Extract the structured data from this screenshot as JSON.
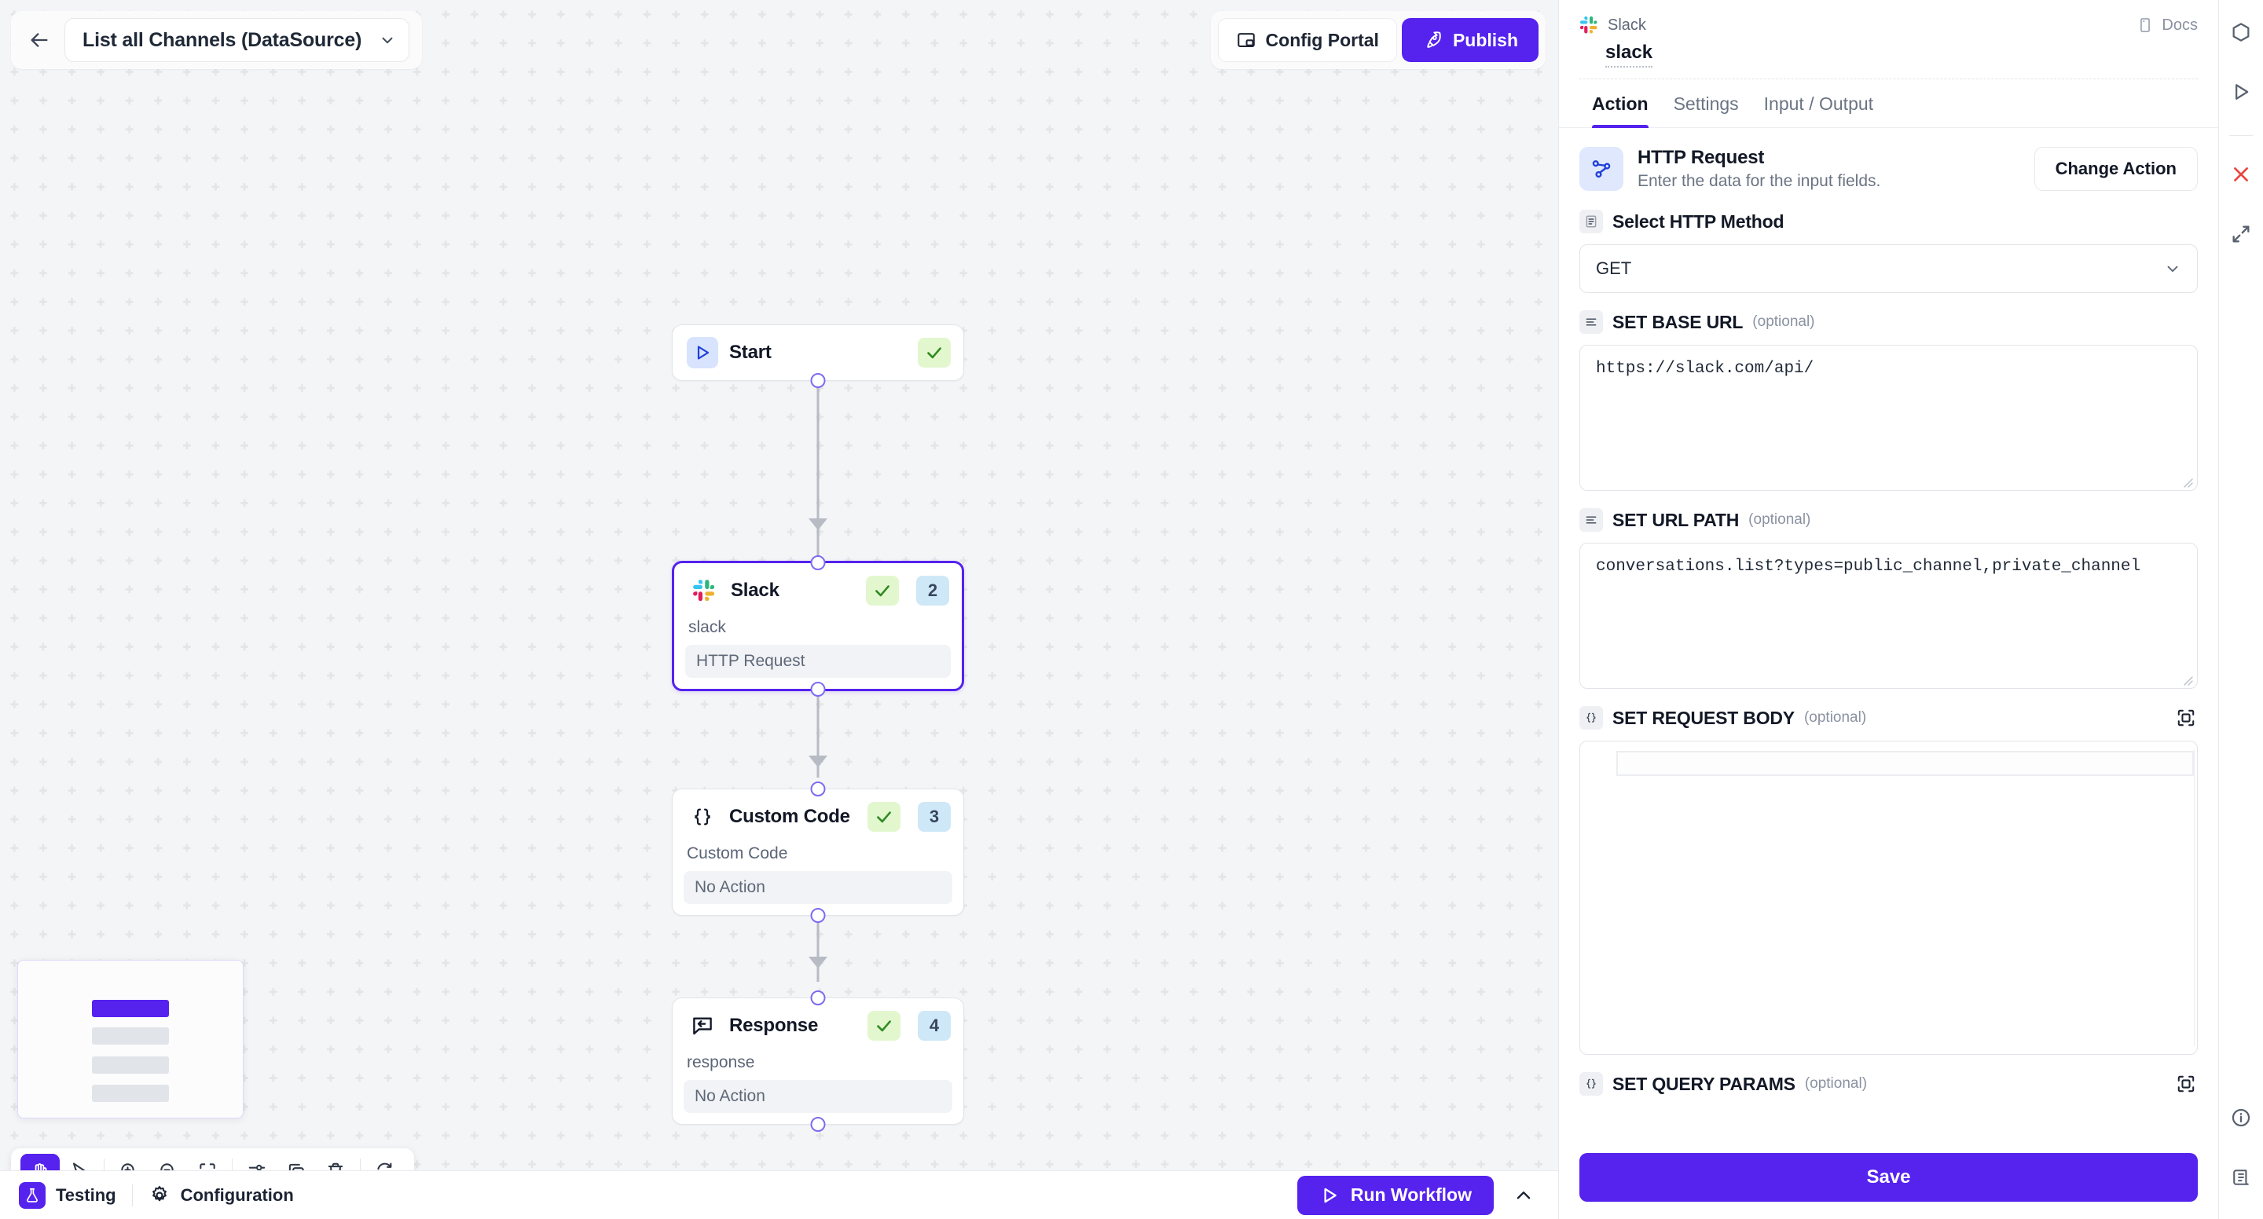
{
  "header": {
    "back_icon": "arrow-left-icon",
    "workflow_name": "List all Channels (DataSource)",
    "workflow_chevron_icon": "chevron-down-icon",
    "config_portal_label": "Config Portal",
    "config_portal_icon": "pip-window-icon",
    "publish_label": "Publish",
    "publish_icon": "rocket-icon",
    "accent_color": "#5522ee"
  },
  "canvas": {
    "nodes": [
      {
        "title": "Start",
        "icon": "play-icon",
        "subtitle": "",
        "field": "",
        "check": "✓",
        "number": "",
        "selected": false,
        "has_sub": false
      },
      {
        "title": "Slack",
        "icon": "slack-icon",
        "subtitle": "slack",
        "field": "HTTP Request",
        "check": "✓",
        "number": "2",
        "selected": true,
        "has_sub": true
      },
      {
        "title": "Custom Code",
        "icon": "curly-braces-icon",
        "subtitle": "Custom Code",
        "field": "No Action",
        "check": "✓",
        "number": "3",
        "selected": false,
        "has_sub": true
      },
      {
        "title": "Response",
        "icon": "reply-bubble-icon",
        "subtitle": "response",
        "field": "No Action",
        "check": "✓",
        "number": "4",
        "selected": false,
        "has_sub": true
      }
    ],
    "toolbar": [
      {
        "name": "pan-hand-icon",
        "active": true
      },
      {
        "name": "cursor-icon",
        "active": false
      },
      {
        "name": "zoom-in-icon",
        "active": false
      },
      {
        "name": "zoom-out-icon",
        "active": false
      },
      {
        "name": "fit-view-icon",
        "active": false
      },
      {
        "name": "align-icon",
        "active": false
      },
      {
        "name": "duplicate-icon",
        "active": false
      },
      {
        "name": "trash-icon",
        "active": false
      },
      {
        "name": "reset-icon",
        "active": false
      }
    ],
    "minimap_selected_index": 0
  },
  "bottombar": {
    "testing_label": "Testing",
    "testing_icon": "flask-icon",
    "configuration_label": "Configuration",
    "configuration_icon": "gear-icon",
    "run_label": "Run Workflow",
    "run_icon": "play-icon",
    "collapse_icon": "chevron-up-icon"
  },
  "panel": {
    "brand_name": "Slack",
    "brand_icon": "slack-icon",
    "docs_label": "Docs",
    "docs_icon": "book-icon",
    "node_title": "slack",
    "tabs": [
      {
        "label": "Action",
        "active": true
      },
      {
        "label": "Settings",
        "active": false
      },
      {
        "label": "Input / Output",
        "active": false
      }
    ],
    "action": {
      "name": "HTTP Request",
      "description": "Enter the data for the input fields.",
      "icon": "http-request-icon",
      "change_button": "Change Action"
    },
    "fields": {
      "method": {
        "label": "Select HTTP Method",
        "icon": "list-doc-icon",
        "optional": "",
        "value": "GET",
        "chevron_icon": "chevron-down-icon"
      },
      "base_url": {
        "label": "SET BASE URL",
        "icon": "lines-icon",
        "optional": "(optional)",
        "value": "https://slack.com/api/"
      },
      "url_path": {
        "label": "SET URL PATH",
        "icon": "lines-icon",
        "optional": "(optional)",
        "value": "conversations.list?types=public_channel,private_channel"
      },
      "request_body": {
        "label": "SET REQUEST BODY",
        "icon": "curly-braces-icon",
        "optional": "(optional)",
        "expand_icon": "expand-box-icon",
        "value": ""
      },
      "query_params": {
        "label": "SET QUERY PARAMS",
        "icon": "curly-braces-icon",
        "optional": "(optional)",
        "expand_icon": "expand-box-icon"
      }
    },
    "save_label": "Save"
  },
  "rail": {
    "top_items": [
      {
        "name": "hexagon-icon"
      },
      {
        "name": "play-icon"
      }
    ],
    "mid_items": [
      {
        "name": "close-x-icon",
        "color": "#e8453c"
      },
      {
        "name": "expand-diagonal-icon"
      }
    ],
    "bottom_items": [
      {
        "name": "info-circle-icon"
      },
      {
        "name": "logs-scroll-icon"
      }
    ]
  }
}
